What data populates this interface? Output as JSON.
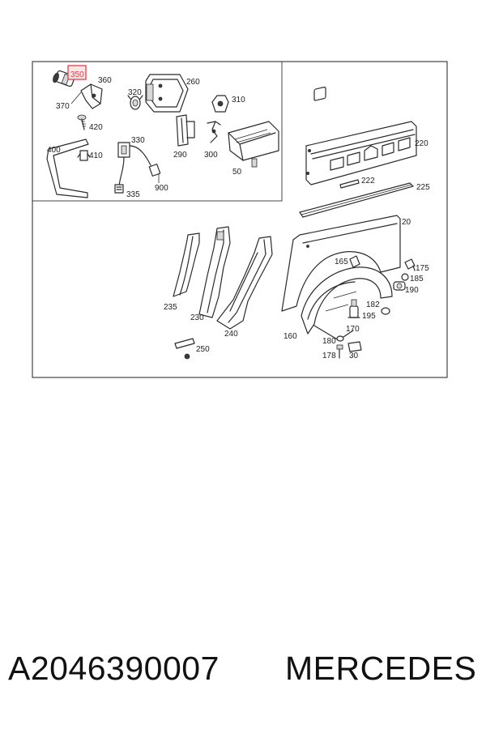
{
  "diagram": {
    "labels": {
      "p350": "350",
      "p360": "360",
      "p370": "370",
      "p420": "420",
      "p320": "320",
      "p260": "260",
      "p310": "310",
      "p400": "400",
      "p410": "410",
      "p330": "330",
      "p290": "290",
      "p300": "300",
      "p50": "50",
      "p335": "335",
      "p900": "900",
      "p220": "220",
      "p222": "222",
      "p225": "225",
      "p20": "20",
      "p235": "235",
      "p230": "230",
      "p240": "240",
      "p250": "250",
      "p160": "160",
      "p165": "165",
      "p175": "175",
      "p185": "185",
      "p190": "190",
      "p182": "182",
      "p195": "195",
      "p170": "170",
      "p180": "180",
      "p178": "178",
      "p30": "30"
    },
    "highlight": {
      "part": "350",
      "color": "#e0404a"
    }
  },
  "footer": {
    "part_number": "A2046390007",
    "brand": "MERCEDES"
  }
}
